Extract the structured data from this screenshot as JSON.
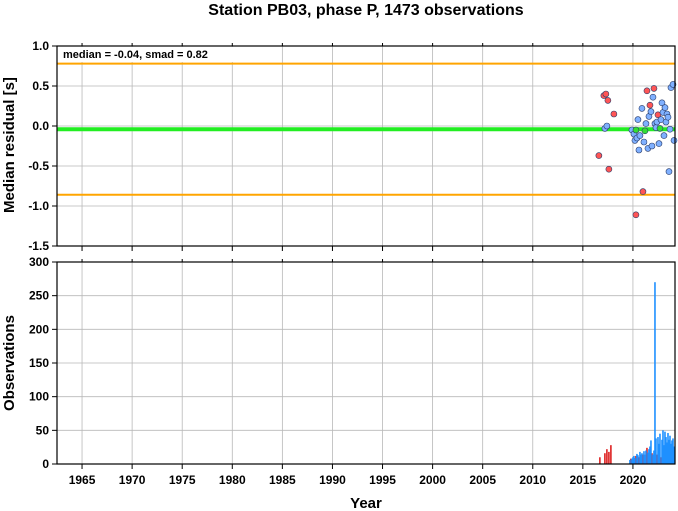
{
  "chart_data": {
    "title": "Station PB03, phase P, 1473 observations",
    "xlabel": "Year",
    "xlim": [
      1962.5,
      2024.2
    ],
    "x_ticks": [
      1965,
      1970,
      1975,
      1980,
      1985,
      1990,
      1995,
      2000,
      2005,
      2010,
      2015,
      2020
    ],
    "grid": true,
    "panels": [
      {
        "type": "scatter",
        "ylabel": "Median residual [s]",
        "ylim": [
          -1.5,
          1.0
        ],
        "y_ticks": [
          1.0,
          0.5,
          0.0,
          -0.5,
          -1.0,
          -1.5
        ],
        "annotation": "median = -0.04, smad = 0.82",
        "reference_lines": [
          {
            "name": "median",
            "value": -0.04,
            "color": "#22ee22"
          },
          {
            "name": "upper",
            "value": 0.78,
            "color": "#ffa500"
          },
          {
            "name": "lower",
            "value": -0.86,
            "color": "#ffa500"
          }
        ],
        "series": [
          {
            "color": "#ff5555",
            "points": [
              [
                2016.6,
                -0.37
              ],
              [
                2017.1,
                0.38
              ],
              [
                2017.3,
                0.4
              ],
              [
                2017.5,
                0.32
              ],
              [
                2017.6,
                -0.54
              ],
              [
                2018.1,
                0.15
              ],
              [
                2020.3,
                -1.11
              ],
              [
                2021.0,
                -0.82
              ],
              [
                2021.4,
                0.44
              ],
              [
                2021.7,
                0.26
              ],
              [
                2022.1,
                0.47
              ],
              [
                2022.5,
                0.14
              ]
            ]
          },
          {
            "color": "#7fb0ff",
            "points": [
              [
                2017.2,
                -0.03
              ],
              [
                2017.4,
                0.0
              ],
              [
                2019.9,
                -0.05
              ],
              [
                2020.1,
                -0.1
              ],
              [
                2020.2,
                -0.18
              ],
              [
                2020.4,
                -0.15
              ],
              [
                2020.5,
                0.08
              ],
              [
                2020.6,
                -0.3
              ],
              [
                2020.7,
                -0.12
              ],
              [
                2020.9,
                0.22
              ],
              [
                2021.1,
                -0.2
              ],
              [
                2021.3,
                0.03
              ],
              [
                2021.5,
                -0.28
              ],
              [
                2021.6,
                0.12
              ],
              [
                2021.8,
                0.18
              ],
              [
                2021.9,
                -0.25
              ],
              [
                2022.0,
                0.36
              ],
              [
                2022.2,
                0.03
              ],
              [
                2022.3,
                -0.02
              ],
              [
                2022.4,
                0.05
              ],
              [
                2022.6,
                -0.22
              ],
              [
                2022.8,
                0.08
              ],
              [
                2022.9,
                0.29
              ],
              [
                2023.0,
                0.17
              ],
              [
                2023.1,
                -0.12
              ],
              [
                2023.2,
                0.23
              ],
              [
                2023.3,
                0.05
              ],
              [
                2023.4,
                0.15
              ],
              [
                2023.5,
                0.11
              ],
              [
                2023.6,
                -0.57
              ],
              [
                2023.7,
                -0.04
              ],
              [
                2023.8,
                0.48
              ],
              [
                2024.0,
                0.52
              ],
              [
                2024.1,
                -0.18
              ]
            ]
          },
          {
            "color": "#33dd33",
            "points": [
              [
                2020.3,
                -0.05
              ],
              [
                2021.2,
                -0.06
              ],
              [
                2022.7,
                -0.03
              ]
            ]
          }
        ]
      },
      {
        "type": "bar",
        "ylabel": "Observations",
        "ylim": [
          0,
          300
        ],
        "y_ticks": [
          0,
          50,
          100,
          150,
          200,
          250,
          300
        ],
        "series": [
          {
            "color": "#dd2222",
            "bars": [
              [
                2016.7,
                10
              ],
              [
                2017.2,
                16
              ],
              [
                2017.4,
                22
              ],
              [
                2017.6,
                18
              ],
              [
                2017.8,
                28
              ],
              [
                2019.8,
                8
              ],
              [
                2020.3,
                12
              ],
              [
                2020.6,
                10
              ],
              [
                2021.0,
                14
              ],
              [
                2021.4,
                24
              ],
              [
                2021.9,
                16
              ],
              [
                2022.4,
                14
              ],
              [
                2022.8,
                10
              ]
            ]
          },
          {
            "color": "#1e90ff",
            "bars": [
              [
                2019.7,
                6
              ],
              [
                2019.9,
                8
              ],
              [
                2020.0,
                10
              ],
              [
                2020.1,
                12
              ],
              [
                2020.2,
                9
              ],
              [
                2020.4,
                15
              ],
              [
                2020.5,
                13
              ],
              [
                2020.7,
                18
              ],
              [
                2020.8,
                14
              ],
              [
                2020.9,
                16
              ],
              [
                2021.1,
                19
              ],
              [
                2021.2,
                14
              ],
              [
                2021.3,
                20
              ],
              [
                2021.5,
                17
              ],
              [
                2021.6,
                22
              ],
              [
                2021.7,
                26
              ],
              [
                2021.8,
                35
              ],
              [
                2022.0,
                14
              ],
              [
                2022.1,
                20
              ],
              [
                2022.2,
                270
              ],
              [
                2022.3,
                38
              ],
              [
                2022.5,
                40
              ],
              [
                2022.6,
                30
              ],
              [
                2022.7,
                45
              ],
              [
                2022.9,
                36
              ],
              [
                2023.0,
                50
              ],
              [
                2023.1,
                28
              ],
              [
                2023.2,
                48
              ],
              [
                2023.3,
                40
              ],
              [
                2023.4,
                32
              ],
              [
                2023.5,
                46
              ],
              [
                2023.6,
                36
              ],
              [
                2023.7,
                42
              ],
              [
                2023.8,
                30
              ],
              [
                2023.9,
                35
              ],
              [
                2024.0,
                38
              ],
              [
                2024.1,
                26
              ]
            ]
          }
        ]
      }
    ]
  }
}
